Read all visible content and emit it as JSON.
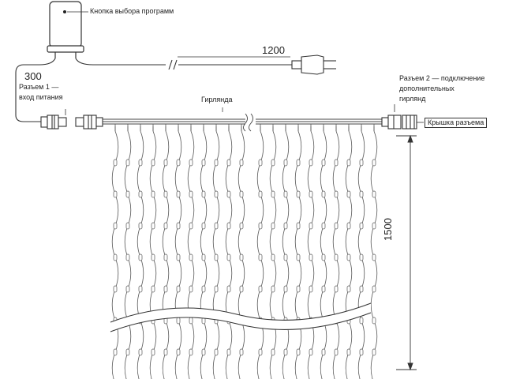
{
  "labels": {
    "program_button": "Кнопка выбора программ",
    "length_cable": "1200",
    "length_lead": "300",
    "connector1_line1": "Разъем 1 —",
    "connector1_line2": "вход питания",
    "garland": "Гирлянда",
    "connector2_line1": "Разъем 2 — подключение",
    "connector2_line2": "дополнительных",
    "connector2_line3": "гирлянд",
    "connector_cap": "Крышка разъема",
    "height": "1500"
  },
  "colors": {
    "line": "#333333",
    "net": "#555555"
  },
  "icons": [
    "controller-box",
    "power-plug",
    "connector-plug",
    "connector-cap",
    "net-grid",
    "dimension-arrow"
  ]
}
